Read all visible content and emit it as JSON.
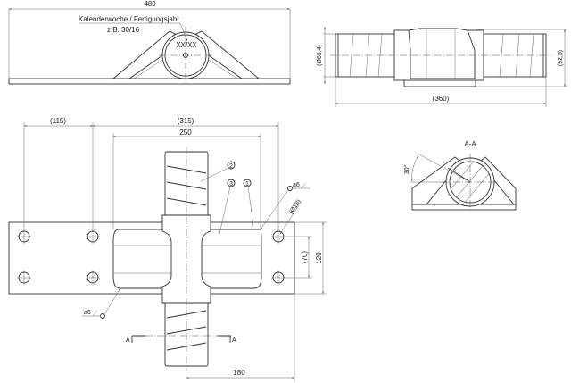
{
  "top_view": {
    "dim_width": "480",
    "label_line1": "Kalenderwoche / Fertigungsjahr",
    "label_line2": "z.B. 30/16",
    "marking": "XX/XX"
  },
  "side_view": {
    "dim_diameter": "(Ø69,4)",
    "dim_height": "(92,5)",
    "dim_length": "(360)"
  },
  "plan_view": {
    "dim_115": "(115)",
    "dim_315": "(315)",
    "dim_250": "250",
    "dim_120": "120",
    "dim_70": "(70)",
    "dim_180": "180",
    "dim_hole": "(Ø18)",
    "weld_top": "a6",
    "weld_bottom": "a6",
    "balloons": [
      "1",
      "2",
      "3"
    ],
    "section_mark": "A"
  },
  "section_view": {
    "title": "A-A",
    "angle": "30°"
  }
}
